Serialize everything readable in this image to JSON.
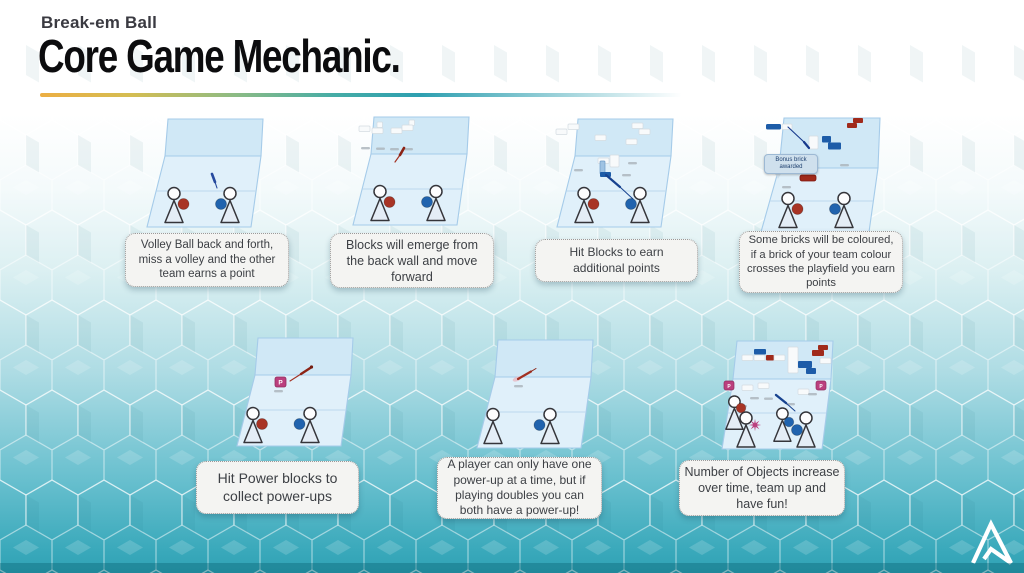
{
  "slide": {
    "kicker": "Break-em Ball",
    "title": "Core Game Mechanic."
  },
  "panels": [
    {
      "caption": "Volley Ball back and forth, miss a volley and the other team earns a point"
    },
    {
      "caption": "Blocks will emerge from the back wall and move forward"
    },
    {
      "caption": "Hit Blocks to earn additional points"
    },
    {
      "caption": "Some bricks will be coloured, if a brick of your team colour crosses the playfield you earn points",
      "tooltip": "Bonus brick awarded"
    },
    {
      "caption": "Hit Power blocks to collect power-ups",
      "power_label": "P"
    },
    {
      "caption": "A player can only have one power-up at a time, but if playing doubles you can both have a power-up!"
    },
    {
      "caption": "Number of Objects increase over time, team up and have fun!",
      "power_label": "P"
    }
  ],
  "colors": {
    "team_red": "#a83425",
    "team_blue": "#2063ae",
    "power_pink": "#bb3f7e",
    "brick_red": "#a02a1b",
    "brick_blue": "#1d5ca8",
    "accent_orange": "#ecae43",
    "accent_teal": "#2d9fb0",
    "slide_teal": "#3aa9bb"
  },
  "logo_icon": "peak-chevron-logo"
}
